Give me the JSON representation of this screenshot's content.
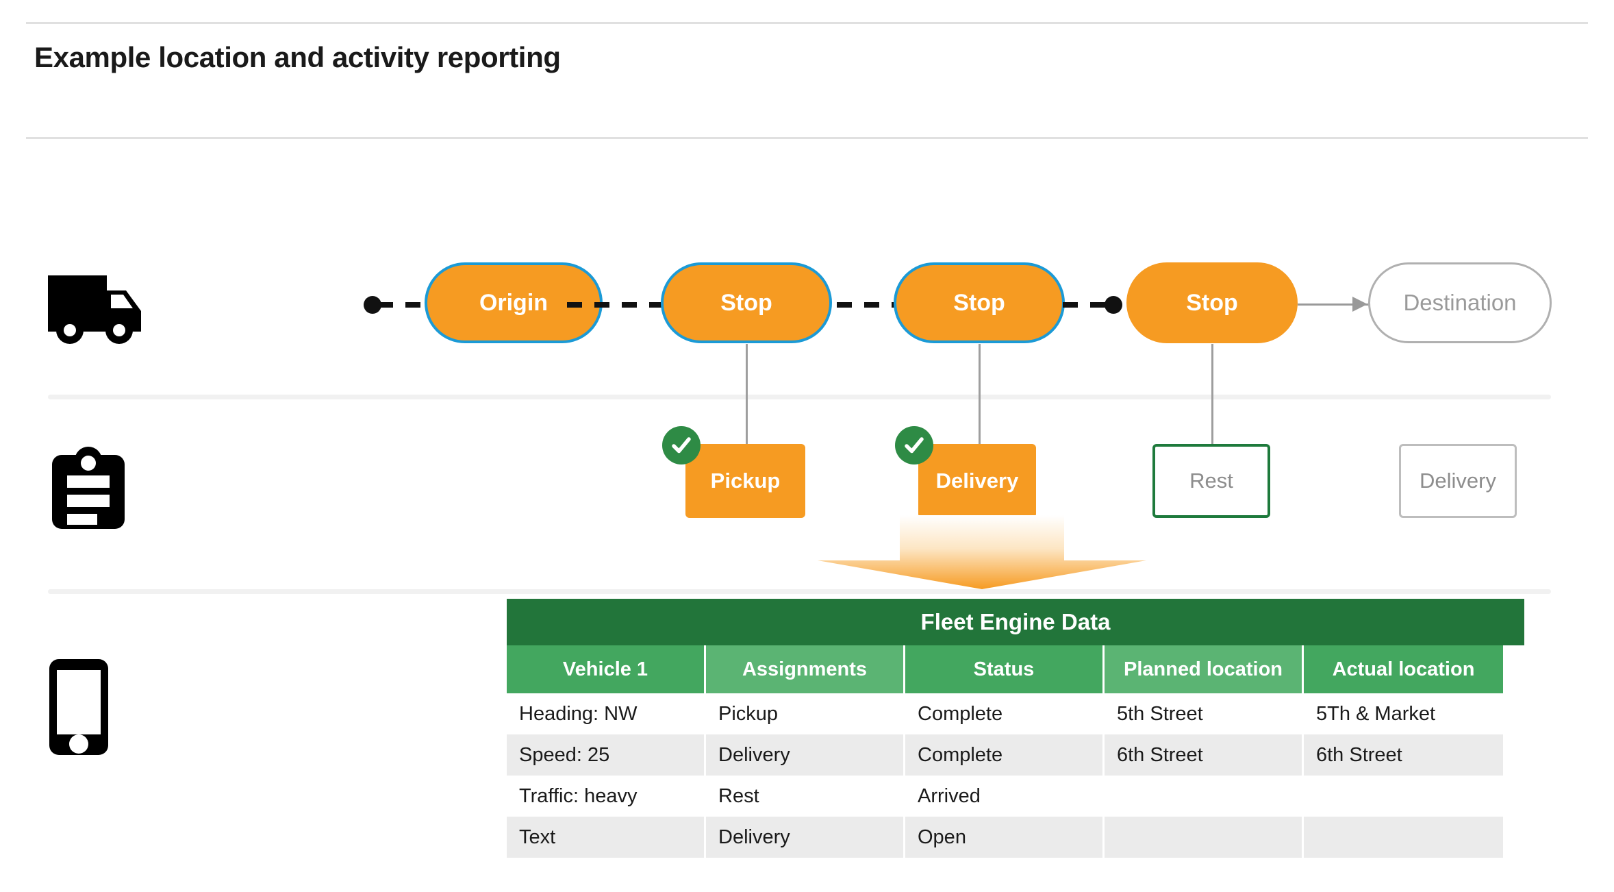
{
  "page": {
    "title": "Example location and activity reporting"
  },
  "rows": {
    "vehicle": {
      "icon": "truck-icon"
    },
    "activity": {
      "icon": "clipboard-icon"
    },
    "device": {
      "icon": "phone-icon"
    }
  },
  "timeline": {
    "nodes": [
      {
        "label": "Origin",
        "state": "visited",
        "style": "orange-blue-border"
      },
      {
        "label": "Stop",
        "state": "visited",
        "style": "orange-blue-border"
      },
      {
        "label": "Stop",
        "state": "visited",
        "style": "orange-blue-border"
      },
      {
        "label": "Stop",
        "state": "current",
        "style": "orange"
      },
      {
        "label": "Destination",
        "state": "pending",
        "style": "ghost"
      }
    ]
  },
  "activities": [
    {
      "label": "Pickup",
      "state": "complete",
      "badge": "check-icon",
      "style": "orange"
    },
    {
      "label": "Delivery",
      "state": "complete",
      "badge": "check-icon",
      "style": "orange"
    },
    {
      "label": "Rest",
      "state": "arrived",
      "badge": null,
      "style": "outline-green"
    },
    {
      "label": "Delivery",
      "state": "open",
      "badge": null,
      "style": "outline-gray"
    }
  ],
  "table": {
    "title": "Fleet Engine Data",
    "columns": [
      "Vehicle 1",
      "Assignments",
      "Status",
      "Planned location",
      "Actual location"
    ],
    "rows": [
      [
        "Heading: NW",
        "Pickup",
        "Complete",
        "5th Street",
        "5Th & Market"
      ],
      [
        "Speed: 25",
        "Delivery",
        "Complete",
        "6th Street",
        "6th Street"
      ],
      [
        "Traffic: heavy",
        "Rest",
        "Arrived",
        "",
        ""
      ],
      [
        "Text",
        "Delivery",
        "Open",
        "",
        ""
      ]
    ]
  },
  "colors": {
    "accent_orange": "#F69B22",
    "node_border_blue": "#1B9AD6",
    "table_header_dark_green": "#22753A",
    "table_col_green": "#43A75F",
    "table_col_green_alt": "#5BB473",
    "check_green": "#2E8B45",
    "muted_gray": "#9a9a9a",
    "row_alt_gray": "#ebebeb"
  }
}
